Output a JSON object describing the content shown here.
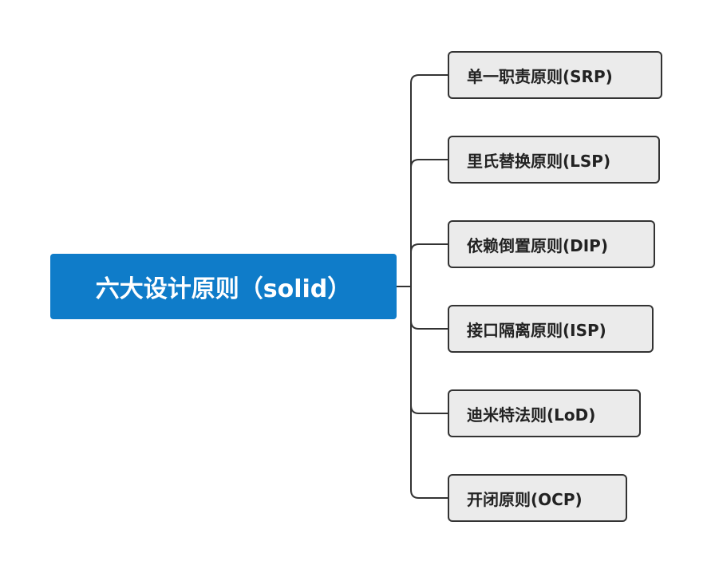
{
  "root": {
    "label": "六大设计原则（solid）"
  },
  "children": [
    {
      "label": "单一职责原则(SRP)"
    },
    {
      "label": "里氏替换原则(LSP)"
    },
    {
      "label": "依赖倒置原则(DIP)"
    },
    {
      "label": "接口隔离原则(ISP)"
    },
    {
      "label": "迪米特法则(LoD)"
    },
    {
      "label": "开闭原则(OCP)"
    }
  ],
  "colors": {
    "root_fill": "#0F7CC9",
    "root_text": "#FFFFFF",
    "child_fill": "#EBEBEB",
    "child_border": "#333333",
    "connector": "#333333"
  }
}
